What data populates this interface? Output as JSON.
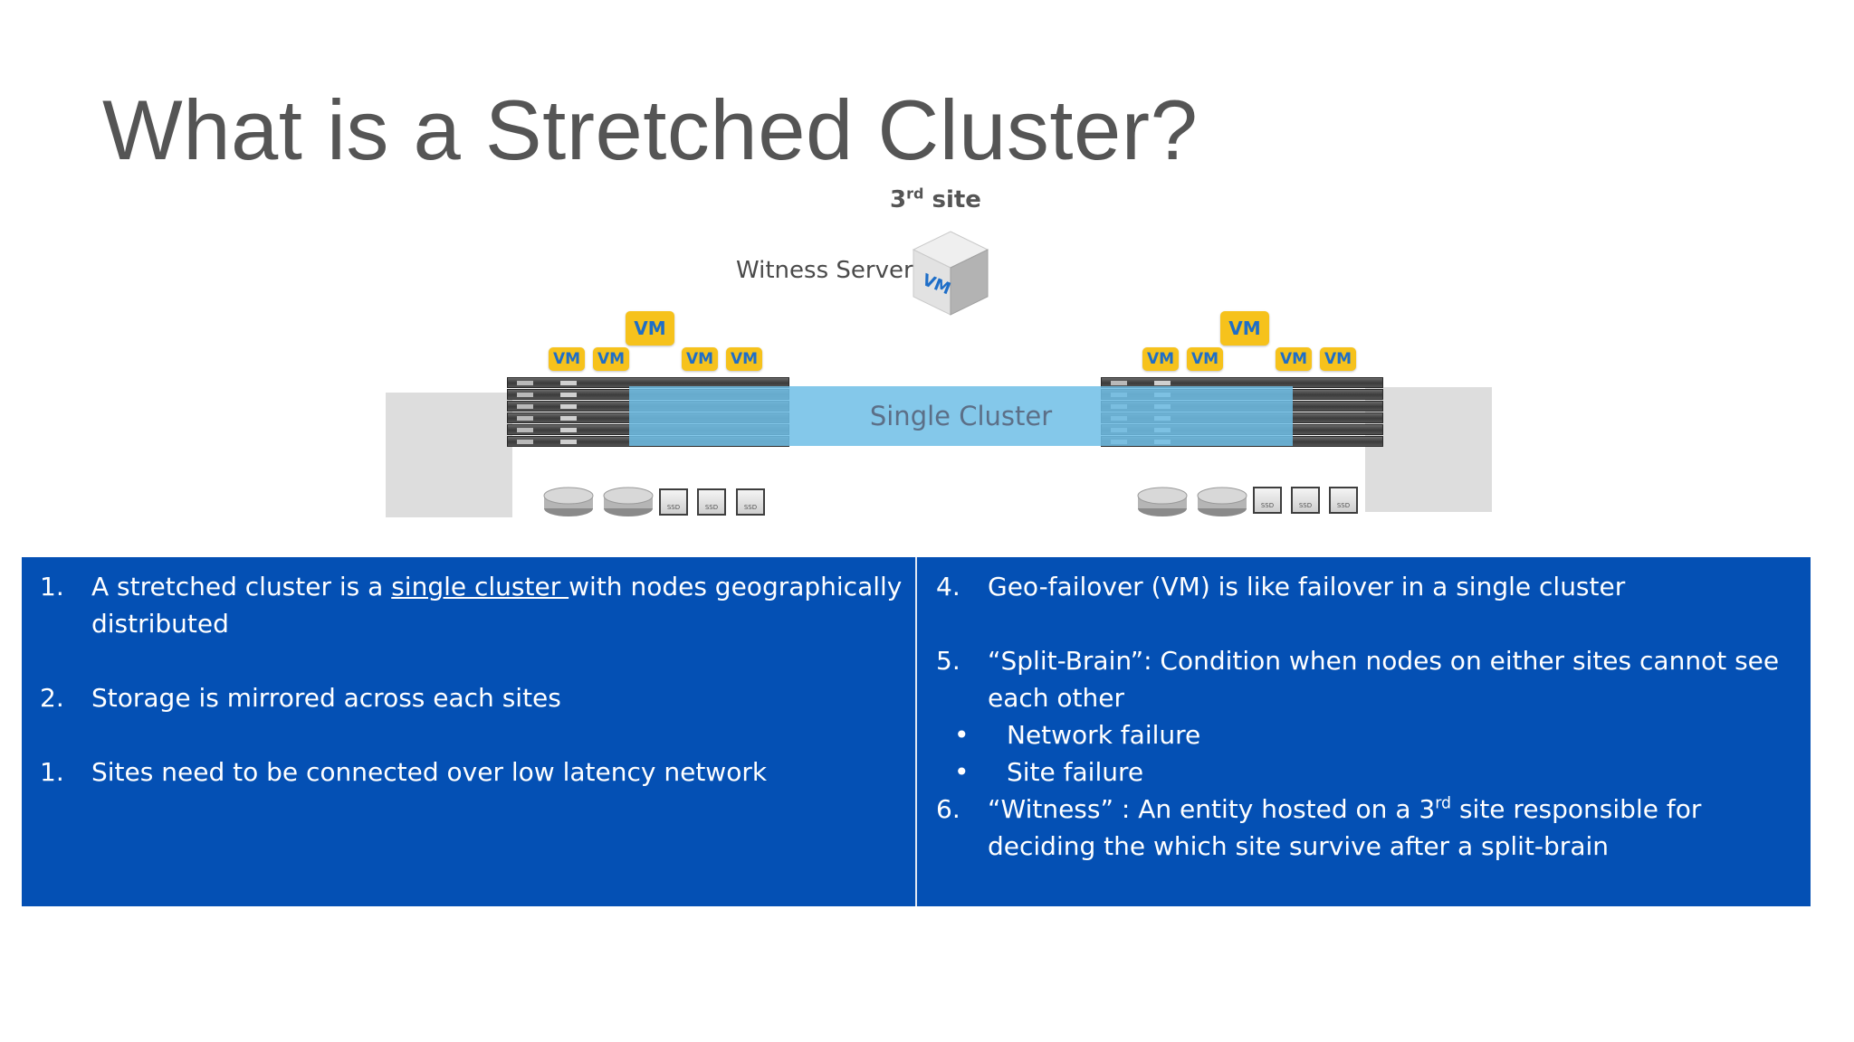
{
  "slide": {
    "title": "What is a Stretched Cluster?"
  },
  "diagram": {
    "third_site_label": "3rd site",
    "third_site_main": "3",
    "third_site_sup": "rd",
    "third_site_rest": " site",
    "witness_label": "Witness Server",
    "witness_cube_text": "VM",
    "cluster_label": "Single Cluster",
    "vm_badge": "VM",
    "ssd_label": "SSD"
  },
  "left_column": {
    "items": [
      {
        "num": "1.",
        "text_before": "A stretched cluster is  a ",
        "text_underlined": "single cluster ",
        "text_after": " with nodes geographically distributed"
      },
      {
        "num": "2.",
        "text": "Storage is mirrored across each sites"
      },
      {
        "num": "1.",
        "text": "Sites need to be connected over low latency network"
      }
    ]
  },
  "right_column": {
    "item4": {
      "num": "4.",
      "text": "Geo-failover (VM) is like failover in a single cluster"
    },
    "item5": {
      "num": "5.",
      "text": "“Split-Brain”: Condition when nodes on either sites cannot see each other"
    },
    "bullets": [
      "Network failure",
      "Site failure"
    ],
    "bullet_char": "•",
    "item6": {
      "num": "6.",
      "text_before": "“Witness” :  An entity hosted on a 3",
      "text_sup": "rd",
      "text_after": " site responsible for deciding the which site survive after a split-brain"
    }
  },
  "colors": {
    "panel_blue": "#0450b4",
    "cluster_band": "#6ebee6",
    "vm_badge_yellow": "#f6c21c",
    "vm_text_blue": "#1e6ec8",
    "title_gray": "#555555"
  }
}
